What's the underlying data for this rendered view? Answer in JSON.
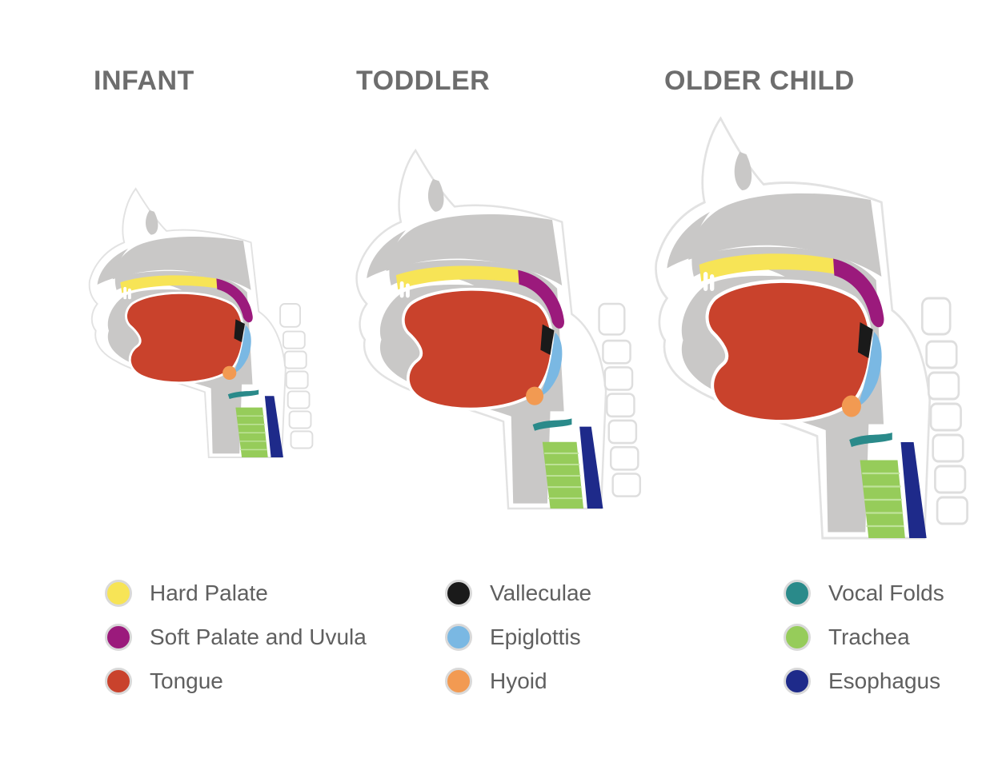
{
  "titles": {
    "infant": "INFANT",
    "toddler": "TODDLER",
    "older": "OLDER CHILD"
  },
  "colors": {
    "hard_palate": "#f7e456",
    "soft_palate": "#9b1a7c",
    "tongue": "#c9422c",
    "valleculae": "#1a1a1a",
    "epiglottis": "#7ab8e3",
    "hyoid": "#f29a52",
    "vocal_folds": "#2a8a8a",
    "trachea": "#96cc5a",
    "esophagus": "#1e2a8a",
    "tissue": "#c9c8c7",
    "outline": "#ffffff"
  },
  "legend": [
    [
      {
        "label": "Hard Palate",
        "color": "#f7e456",
        "icon": "hard-palate-swatch"
      },
      {
        "label": "Soft Palate and Uvula",
        "color": "#9b1a7c",
        "icon": "soft-palate-swatch"
      },
      {
        "label": "Tongue",
        "color": "#c9422c",
        "icon": "tongue-swatch"
      }
    ],
    [
      {
        "label": "Valleculae",
        "color": "#1a1a1a",
        "icon": "valleculae-swatch"
      },
      {
        "label": "Epiglottis",
        "color": "#7ab8e3",
        "icon": "epiglottis-swatch"
      },
      {
        "label": "Hyoid",
        "color": "#f29a52",
        "icon": "hyoid-swatch"
      }
    ],
    [
      {
        "label": "Vocal Folds",
        "color": "#2a8a8a",
        "icon": "vocal-folds-swatch"
      },
      {
        "label": "Trachea",
        "color": "#96cc5a",
        "icon": "trachea-swatch"
      },
      {
        "label": "Esophagus",
        "color": "#1e2a8a",
        "icon": "esophagus-swatch"
      }
    ]
  ]
}
